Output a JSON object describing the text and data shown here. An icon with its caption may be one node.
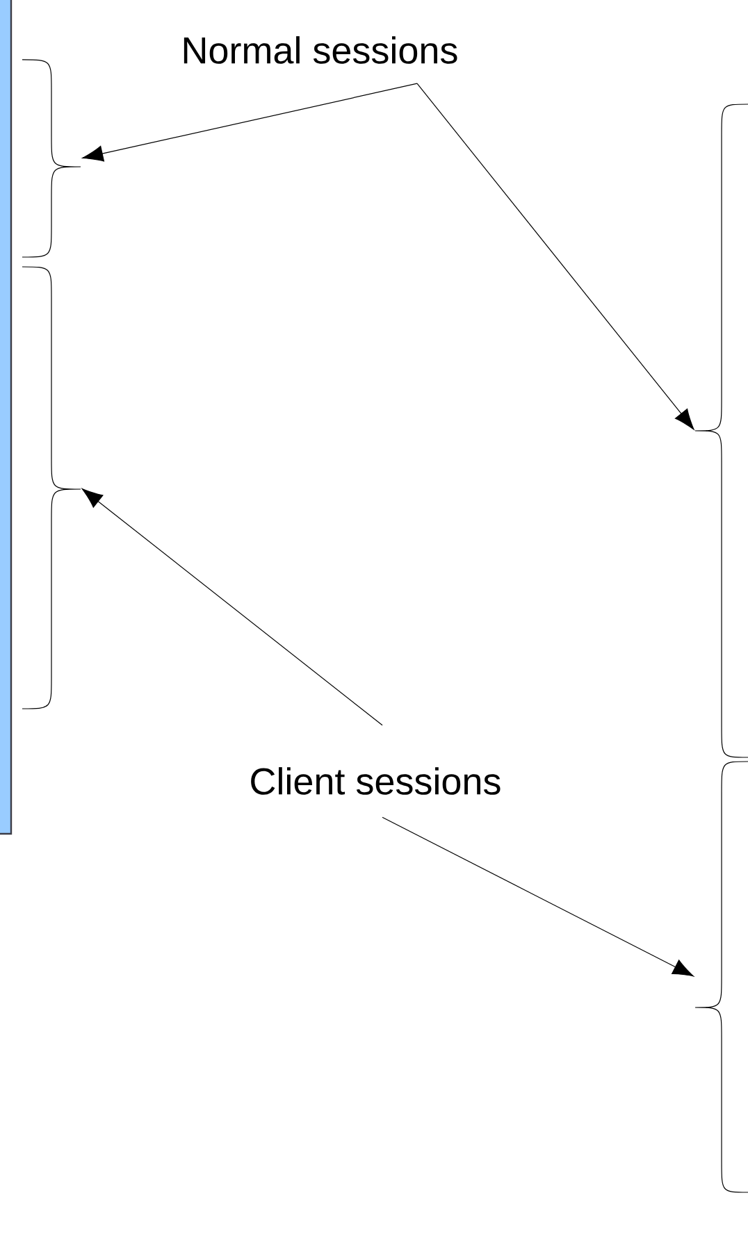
{
  "diagram": {
    "nodes": [
      {
        "text": [
          "Normal sessions"
        ]
      },
      {
        "text": [
          "Client sessions"
        ]
      },
      {
        "text": [],
        "shape": "brace"
      },
      {
        "text": [],
        "shape": "brace"
      },
      {
        "text": [],
        "shape": "brace"
      },
      {
        "text": [],
        "shape": "brace"
      }
    ],
    "edges": [
      {
        "from": 0,
        "to": 2,
        "arrow": "to"
      },
      {
        "from": 0,
        "to": 4,
        "arrow": "to"
      },
      {
        "from": 1,
        "to": 3,
        "arrow": "to"
      },
      {
        "from": 1,
        "to": 5,
        "arrow": "to"
      }
    ]
  }
}
